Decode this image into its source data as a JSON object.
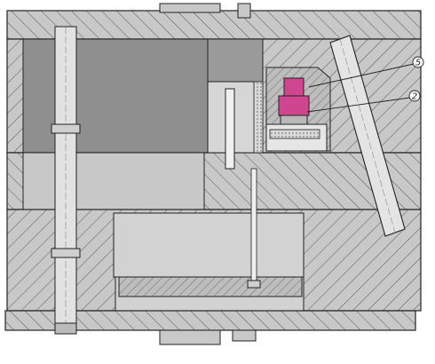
{
  "diagram": {
    "callouts": [
      {
        "id": "callout-5",
        "label": "5"
      },
      {
        "id": "callout-2",
        "label": "2"
      }
    ],
    "colors": {
      "plate_gray": "#c8c8c8",
      "dark_gray": "#8f8f8f",
      "outline": "#222222",
      "hatch": "#555555",
      "highlight_magenta": "#d0458f",
      "background": "#ffffff"
    }
  }
}
